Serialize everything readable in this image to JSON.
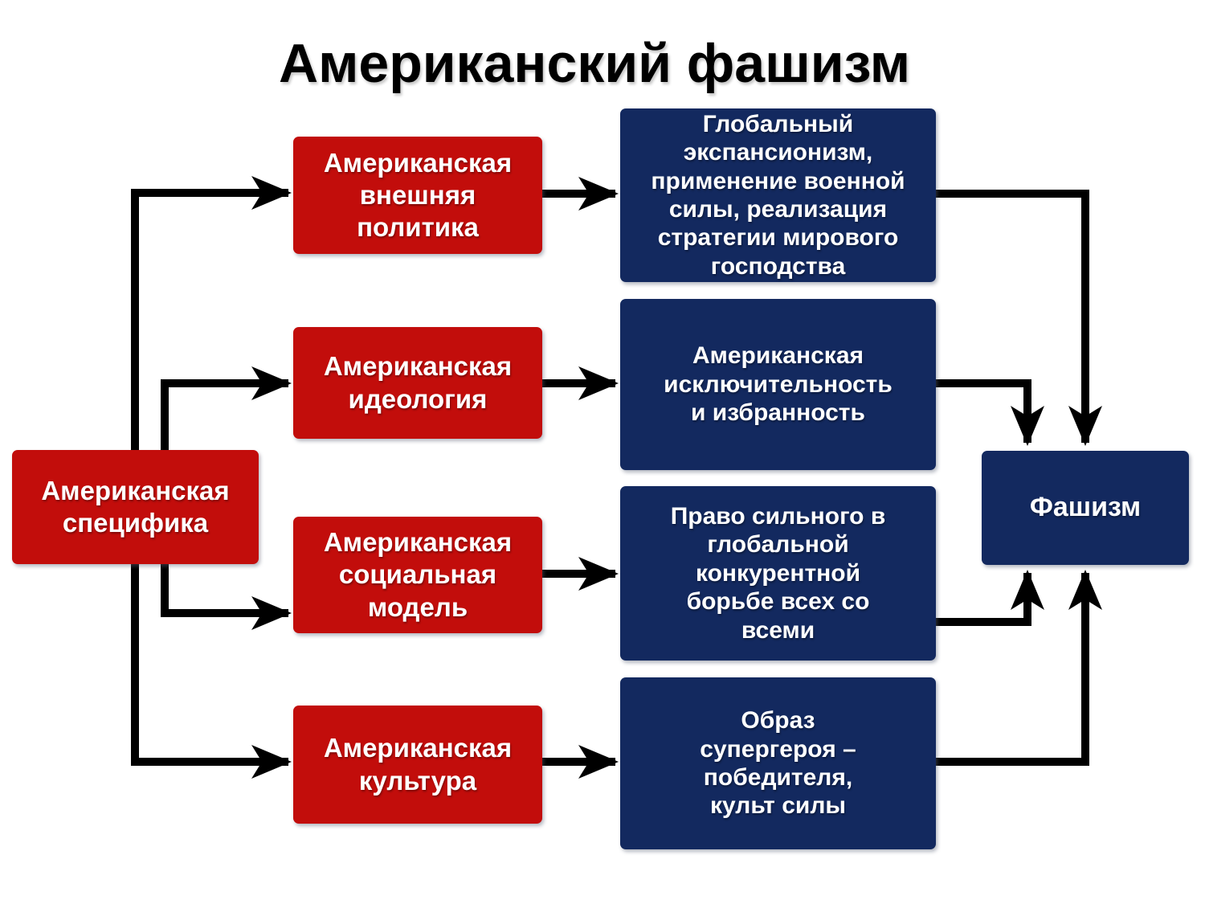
{
  "title": "Американский фашизм",
  "colors": {
    "red": "#c20d0b",
    "navy": "#13295f",
    "arrow": "#000000",
    "box_text": "#ffffff",
    "title_text": "#000000"
  },
  "source": {
    "id": "specifics",
    "label": "Американская\nспецифика"
  },
  "rows": [
    {
      "cause_id": "foreign-policy",
      "cause": "Американская\nвнешняя\nполитика",
      "effect_id": "expansionism",
      "effect": "Глобальный\nэкспансионизм,\nприменение военной\nсилы, реализация\nстратегии мирового\nгосподства"
    },
    {
      "cause_id": "ideology",
      "cause": "Американская\nидеология",
      "effect_id": "exceptionalism",
      "effect": "Американская\nисключительность\nи избранность"
    },
    {
      "cause_id": "social-model",
      "cause": "Американская\nсоциальная\nмодель",
      "effect_id": "right-of-strongest",
      "effect": "Право сильного в\nглобальной\nконкурентной\nборьбе всех со\nвсеми"
    },
    {
      "cause_id": "culture",
      "cause": "Американская\nкультура",
      "effect_id": "superhero-cult",
      "effect": "Образ\nсупергероя –\nпобедителя,\nкульт силы"
    }
  ],
  "result": {
    "id": "fascism",
    "label": "Фашизм"
  },
  "edges": [
    {
      "from": "specifics",
      "to": "foreign-policy"
    },
    {
      "from": "specifics",
      "to": "ideology"
    },
    {
      "from": "specifics",
      "to": "social-model"
    },
    {
      "from": "specifics",
      "to": "culture"
    },
    {
      "from": "foreign-policy",
      "to": "expansionism"
    },
    {
      "from": "ideology",
      "to": "exceptionalism"
    },
    {
      "from": "social-model",
      "to": "right-of-strongest"
    },
    {
      "from": "culture",
      "to": "superhero-cult"
    },
    {
      "from": "expansionism",
      "to": "fascism"
    },
    {
      "from": "exceptionalism",
      "to": "fascism"
    },
    {
      "from": "right-of-strongest",
      "to": "fascism"
    },
    {
      "from": "superhero-cult",
      "to": "fascism"
    }
  ]
}
